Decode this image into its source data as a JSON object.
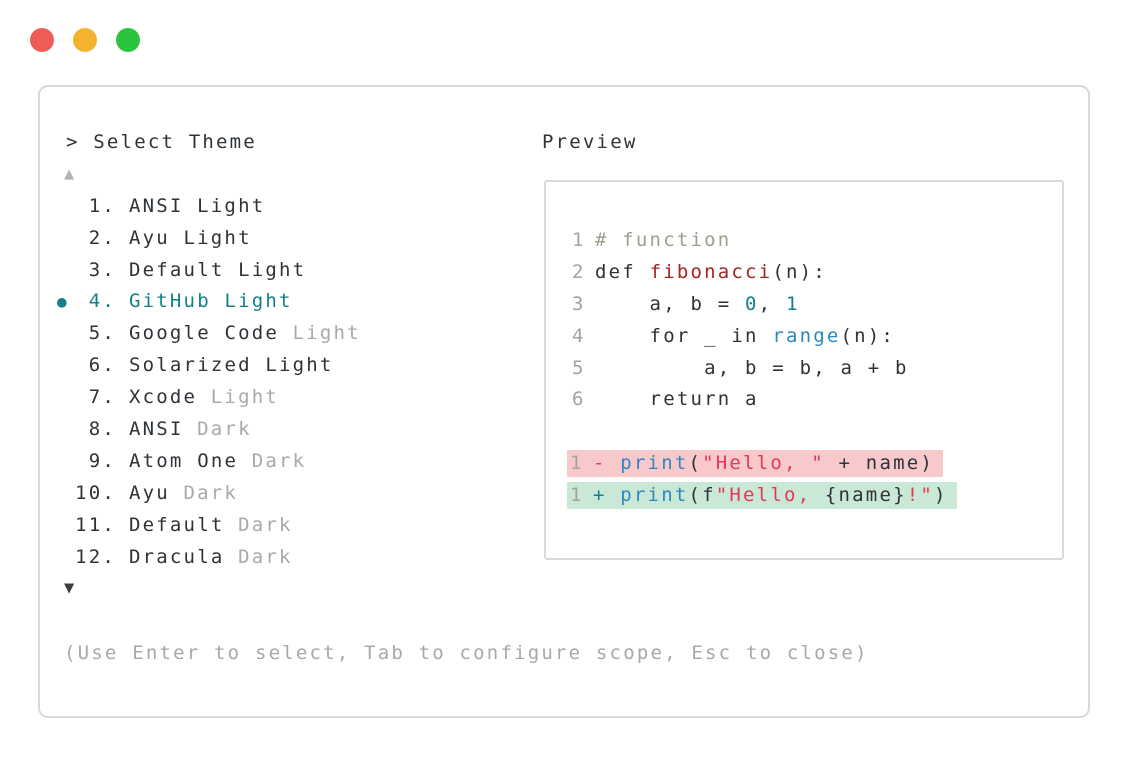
{
  "traffic_lights": [
    {
      "name": "close",
      "color": "#ef5b56"
    },
    {
      "name": "minimize",
      "color": "#f3b32e"
    },
    {
      "name": "zoom",
      "color": "#2ac33f"
    }
  ],
  "theme_picker": {
    "title": "> Select Theme",
    "scroll_up": "▲",
    "scroll_down": "▼",
    "selected_bullet": "●",
    "items": [
      {
        "number": "1.",
        "name": "ANSI",
        "variant": "Light",
        "variant_dim": false,
        "selected": false
      },
      {
        "number": "2.",
        "name": "Ayu",
        "variant": "Light",
        "variant_dim": false,
        "selected": false
      },
      {
        "number": "3.",
        "name": "Default",
        "variant": "Light",
        "variant_dim": false,
        "selected": false
      },
      {
        "number": "4.",
        "name": "GitHub",
        "variant": "Light",
        "variant_dim": false,
        "selected": true
      },
      {
        "number": "5.",
        "name": "Google Code",
        "variant": "Light",
        "variant_dim": true,
        "selected": false
      },
      {
        "number": "6.",
        "name": "Solarized",
        "variant": "Light",
        "variant_dim": false,
        "selected": false
      },
      {
        "number": "7.",
        "name": "Xcode",
        "variant": "Light",
        "variant_dim": true,
        "selected": false
      },
      {
        "number": "8.",
        "name": "ANSI",
        "variant": "Dark",
        "variant_dim": true,
        "selected": false
      },
      {
        "number": "9.",
        "name": "Atom One",
        "variant": "Dark",
        "variant_dim": true,
        "selected": false
      },
      {
        "number": "10.",
        "name": "Ayu",
        "variant": "Dark",
        "variant_dim": true,
        "selected": false
      },
      {
        "number": "11.",
        "name": "Default",
        "variant": "Dark",
        "variant_dim": true,
        "selected": false
      },
      {
        "number": "12.",
        "name": "Dracula",
        "variant": "Dark",
        "variant_dim": true,
        "selected": false
      }
    ],
    "hint": "(Use Enter to select, Tab to configure scope, Esc to close)"
  },
  "preview": {
    "title": "Preview",
    "code_lines": [
      {
        "num": "1",
        "diff": null,
        "tokens": [
          {
            "t": "# function",
            "c": "comment"
          }
        ]
      },
      {
        "num": "2",
        "diff": null,
        "tokens": [
          {
            "t": "def ",
            "c": "text"
          },
          {
            "t": "fibonacci",
            "c": "func"
          },
          {
            "t": "(n):",
            "c": "text"
          }
        ]
      },
      {
        "num": "3",
        "diff": null,
        "tokens": [
          {
            "t": "    a, b = ",
            "c": "text"
          },
          {
            "t": "0",
            "c": "num"
          },
          {
            "t": ", ",
            "c": "text"
          },
          {
            "t": "1",
            "c": "num"
          }
        ]
      },
      {
        "num": "4",
        "diff": null,
        "tokens": [
          {
            "t": "    for _ in ",
            "c": "text"
          },
          {
            "t": "range",
            "c": "builtin"
          },
          {
            "t": "(n):",
            "c": "text"
          }
        ]
      },
      {
        "num": "5",
        "diff": null,
        "tokens": [
          {
            "t": "        a, b = b, a + b",
            "c": "text"
          }
        ]
      },
      {
        "num": "6",
        "diff": null,
        "tokens": [
          {
            "t": "    return a",
            "c": "text"
          }
        ]
      },
      {
        "num": "",
        "diff": null,
        "tokens": []
      },
      {
        "num": "1",
        "diff": "del",
        "tokens": [
          {
            "t": "- ",
            "c": "sign-del"
          },
          {
            "t": "print",
            "c": "builtin"
          },
          {
            "t": "(",
            "c": "text"
          },
          {
            "t": "\"Hello, \"",
            "c": "string"
          },
          {
            "t": " + name)",
            "c": "text"
          }
        ]
      },
      {
        "num": "1",
        "diff": "add",
        "tokens": [
          {
            "t": "+ ",
            "c": "sign-add"
          },
          {
            "t": "print",
            "c": "builtin"
          },
          {
            "t": "(f",
            "c": "text"
          },
          {
            "t": "\"Hello, ",
            "c": "string"
          },
          {
            "t": "{name}",
            "c": "text"
          },
          {
            "t": "!\"",
            "c": "string"
          },
          {
            "t": ")",
            "c": "text"
          }
        ]
      }
    ]
  },
  "colors": {
    "text": "#2e3338",
    "dim": "#a9a9a9",
    "accent_teal": "#12808a",
    "comment": "#9aa18e",
    "function_red": "#a5231f",
    "number_teal": "#0f7f8a",
    "builtin_blue": "#2f86c2",
    "string_crimson": "#e03a57",
    "diff_del_bg": "#f8c9cb",
    "diff_add_bg": "#c9e8d5",
    "border": "#d9d9d9"
  }
}
